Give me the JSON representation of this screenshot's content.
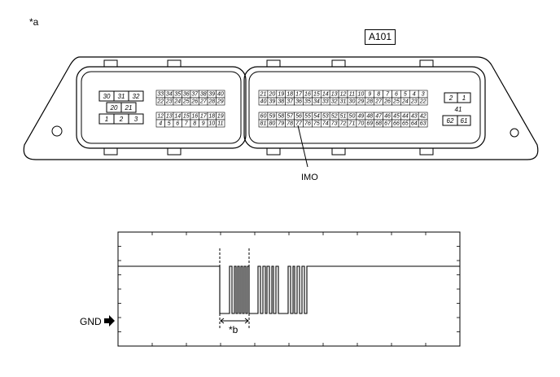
{
  "figure_label": "*a",
  "connector_code": "A101",
  "terminal_label": "IMO",
  "ground_label": "GND",
  "period_label": "*b",
  "pins": {
    "left_block_top": [
      "30",
      "31",
      "32"
    ],
    "left_block_mid": [
      "20",
      "21"
    ],
    "left_block_bot": [
      "1",
      "2",
      "3"
    ],
    "mid_top_row1": [
      "33",
      "34",
      "35",
      "36",
      "37",
      "38",
      "39",
      "40"
    ],
    "mid_top_row2": [
      "22",
      "23",
      "24",
      "25",
      "26",
      "27",
      "28",
      "29"
    ],
    "mid_bot_row1": [
      "12",
      "13",
      "14",
      "15",
      "16",
      "17",
      "18",
      "19"
    ],
    "mid_bot_row2": [
      "4",
      "5",
      "6",
      "7",
      "8",
      "9",
      "10",
      "11"
    ],
    "right_top_row1": [
      "21",
      "20",
      "19",
      "18",
      "17",
      "16",
      "15",
      "14",
      "13",
      "12",
      "11",
      "10",
      "9",
      "8",
      "7",
      "6",
      "5",
      "4",
      "3"
    ],
    "right_top_row2": [
      "40",
      "39",
      "38",
      "37",
      "36",
      "35",
      "34",
      "33",
      "32",
      "31",
      "30",
      "29",
      "28",
      "27",
      "26",
      "25",
      "24",
      "23",
      "22"
    ],
    "right_bot_row1": [
      "60",
      "59",
      "58",
      "57",
      "56",
      "55",
      "54",
      "53",
      "52",
      "51",
      "50",
      "49",
      "48",
      "47",
      "46",
      "45",
      "44",
      "43",
      "42"
    ],
    "right_bot_row2": [
      "81",
      "80",
      "79",
      "78",
      "77",
      "76",
      "75",
      "74",
      "73",
      "72",
      "71",
      "70",
      "69",
      "68",
      "67",
      "66",
      "65",
      "64",
      "63"
    ],
    "far_right_top": [
      "2",
      "1"
    ],
    "far_right_mid": [
      "41"
    ],
    "far_right_bot": [
      "62",
      "61"
    ]
  }
}
